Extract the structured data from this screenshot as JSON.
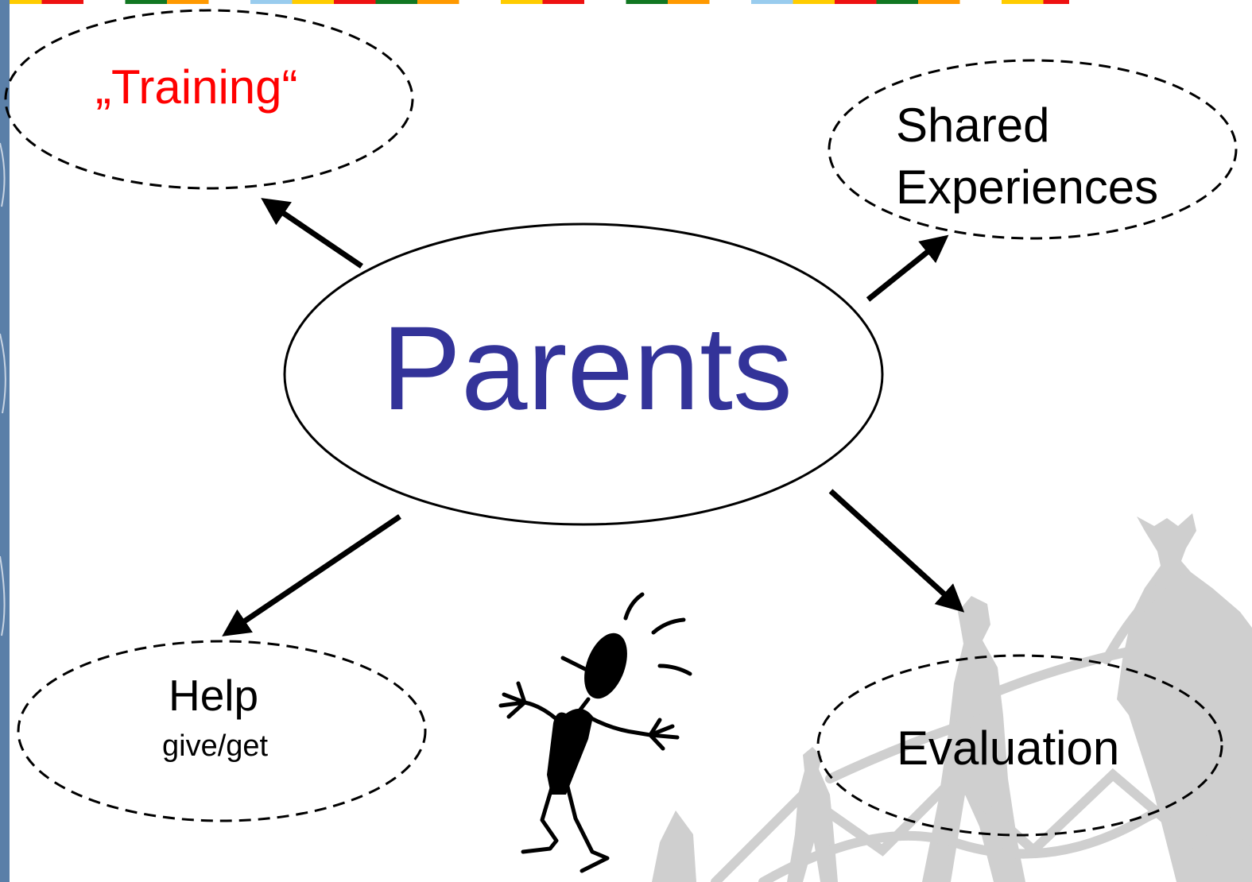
{
  "colors": {
    "center_text": "#333399",
    "highlight_text": "#ff0000",
    "node_text": "#000000",
    "left_band": "#5a7fa8",
    "background_figures": "#cfcfcf",
    "top_stripe": [
      "#ffcc00",
      "#ee1111",
      "#ffffff",
      "#117722",
      "#ff9900",
      "#ffffff",
      "#99ccee",
      "#ffcc00",
      "#ee1111",
      "#117722",
      "#ff9900",
      "#ffffff"
    ]
  },
  "diagram": {
    "center": {
      "label": "Parents"
    },
    "nodes": [
      {
        "id": "training",
        "label": "„Training“"
      },
      {
        "id": "shared",
        "label_line1": "Shared",
        "label_line2": "Experiences"
      },
      {
        "id": "help",
        "label": "Help",
        "sublabel": "give/get"
      },
      {
        "id": "evaluation",
        "label": "Evaluation"
      }
    ]
  },
  "icons": {
    "figure": "confused-stick-figure-icon",
    "background": "dancing-figures-watermark"
  }
}
